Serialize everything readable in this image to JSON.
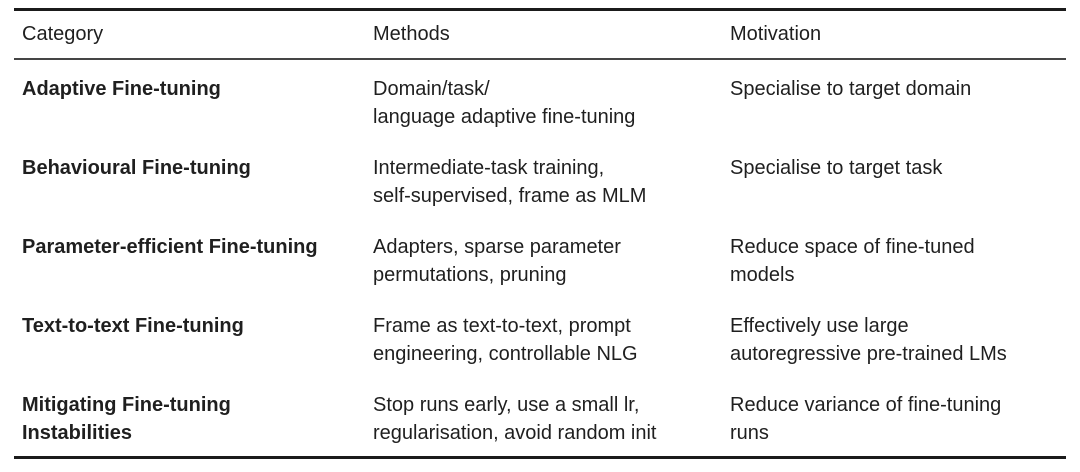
{
  "table": {
    "header": {
      "category": "Category",
      "methods": "Methods",
      "motivation": "Motivation"
    },
    "rows": [
      {
        "category": "Adaptive Fine-tuning",
        "methods": "Domain/task/\nlanguage adaptive fine-tuning",
        "motivation": "Specialise to target domain"
      },
      {
        "category": "Behavioural Fine-tuning",
        "methods": "Intermediate-task training,\nself-supervised, frame as MLM",
        "motivation": "Specialise to target task"
      },
      {
        "category": "Parameter-efficient Fine-tuning",
        "methods": "Adapters, sparse parameter\npermutations, pruning",
        "motivation": "Reduce space of fine-tuned\nmodels"
      },
      {
        "category": "Text-to-text Fine-tuning",
        "methods": "Frame as text-to-text, prompt\nengineering, controllable NLG",
        "motivation": "Effectively use large\nautoregressive pre-trained LMs"
      },
      {
        "category": "Mitigating Fine-tuning\nInstabilities",
        "methods": "Stop runs early, use a small lr,\nregularisation, avoid random init",
        "motivation": "Reduce variance of fine-tuning\nruns"
      }
    ],
    "colors": {
      "background": "#ffffff",
      "text": "#1f1f1f",
      "rule_thick": "#1b1b1b",
      "rule_thin": "#454545"
    }
  }
}
